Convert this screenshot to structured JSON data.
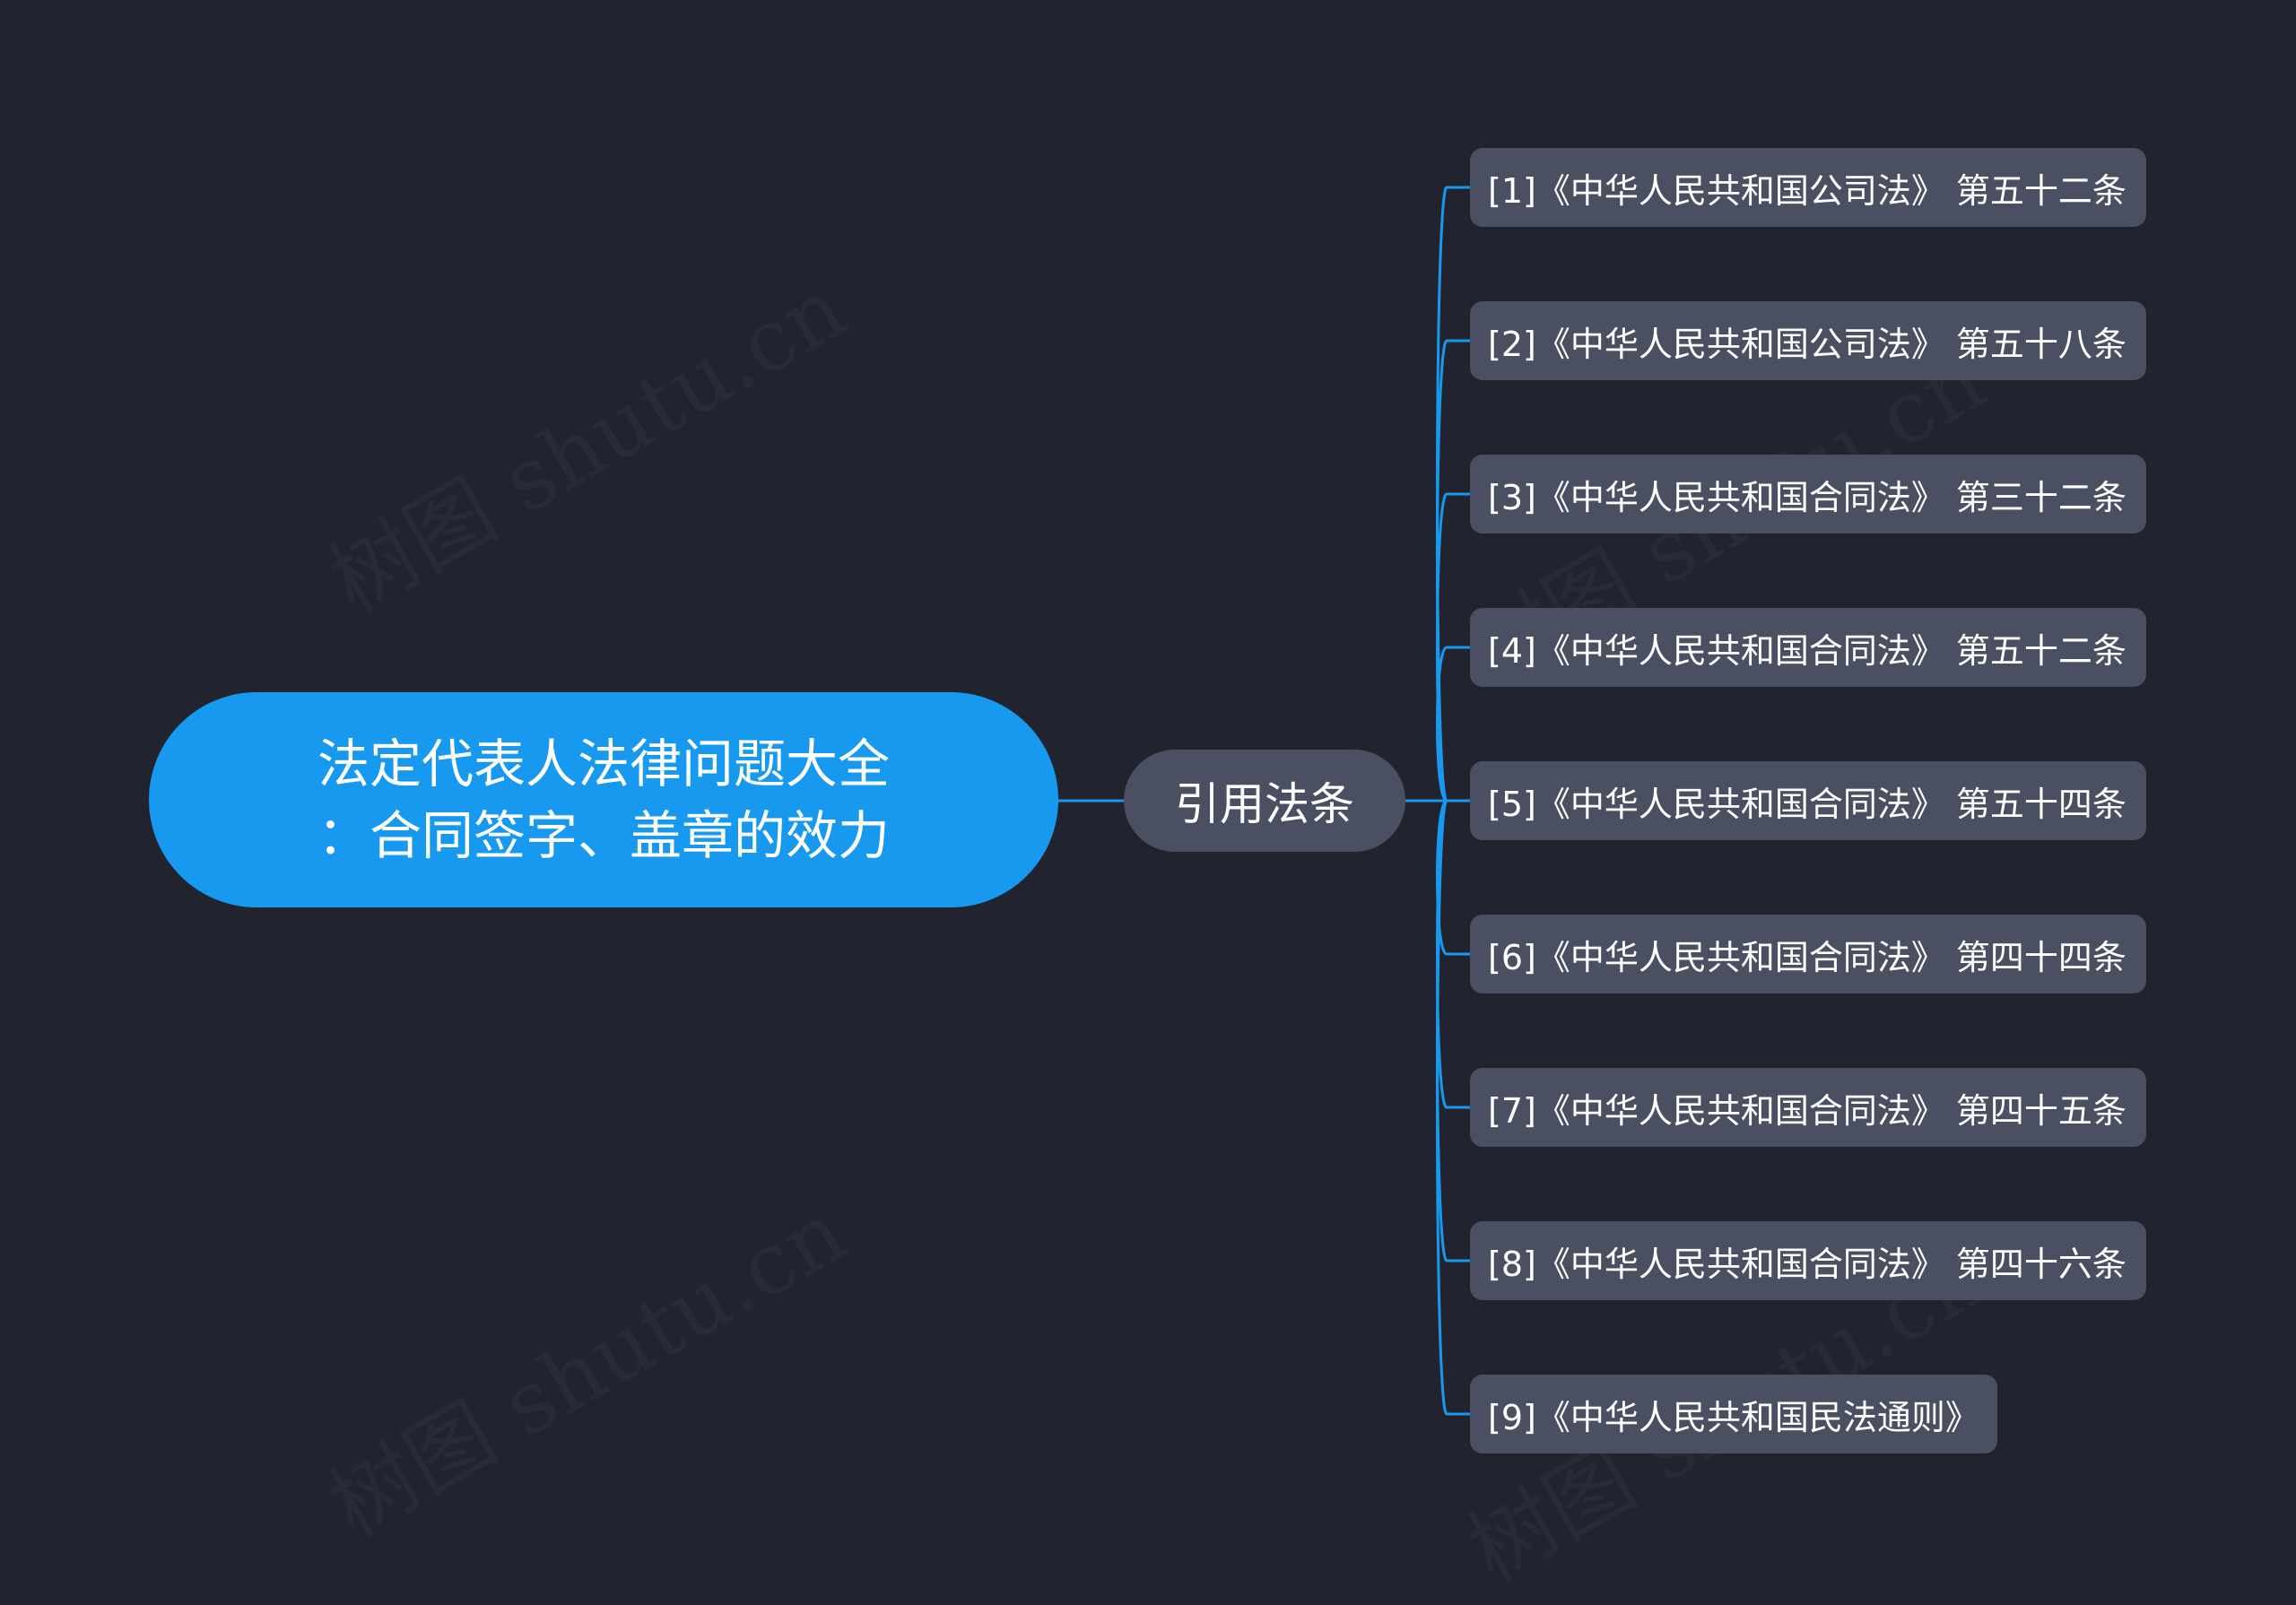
{
  "colors": {
    "background": "#21242f",
    "root_fill": "#1899f0",
    "node_fill": "#4a5061",
    "connector": "#1899f0",
    "text": "#ffffff"
  },
  "root": {
    "line1": "法定代表人法律问题大全",
    "line2": "：合同签字、盖章的效力"
  },
  "branch": {
    "label": "引用法条"
  },
  "leaves": [
    "[1]《中华人民共和国公司法》 第五十二条",
    "[2]《中华人民共和国公司法》 第五十八条",
    "[3]《中华人民共和国合同法》 第三十二条",
    "[4]《中华人民共和国合同法》 第五十二条",
    "[5]《中华人民共和国合同法》 第五十四条",
    "[6]《中华人民共和国合同法》 第四十四条",
    "[7]《中华人民共和国合同法》 第四十五条",
    "[8]《中华人民共和国合同法》 第四十六条",
    "[9]《中华人民共和国民法通则》"
  ],
  "watermark": "树图 shutu.cn"
}
